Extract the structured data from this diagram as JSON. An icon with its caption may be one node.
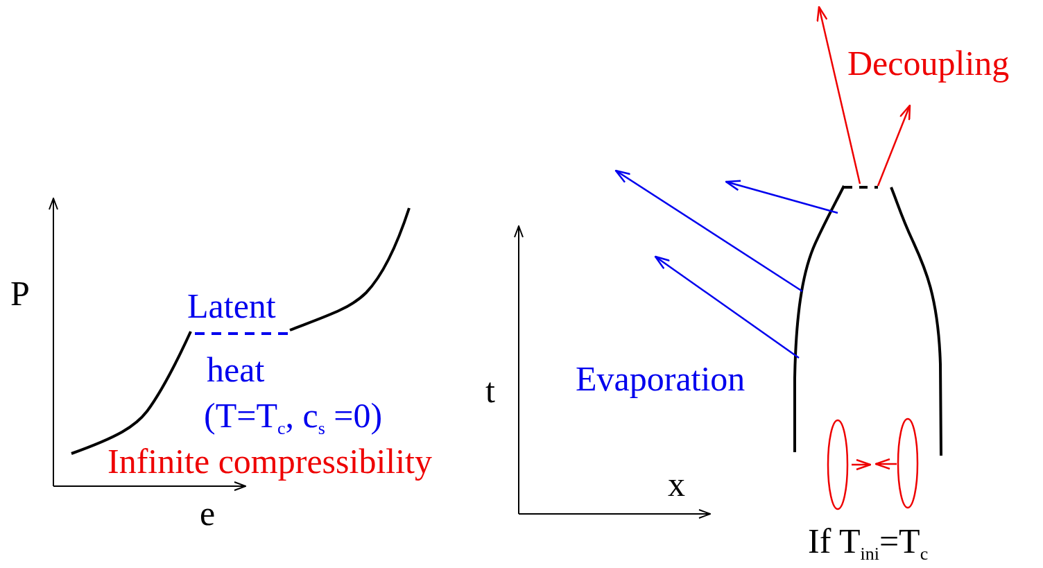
{
  "diagram": {
    "labels": [
      "Decoupling",
      "P",
      "Latent",
      "heat",
      "(T=T$_{c}$, c$_{s}$ =0)",
      "t",
      "Evaporation",
      "Infinite compressibility",
      "x",
      "e",
      "If T$_{ini}$=T$_{c}$"
    ]
  }
}
